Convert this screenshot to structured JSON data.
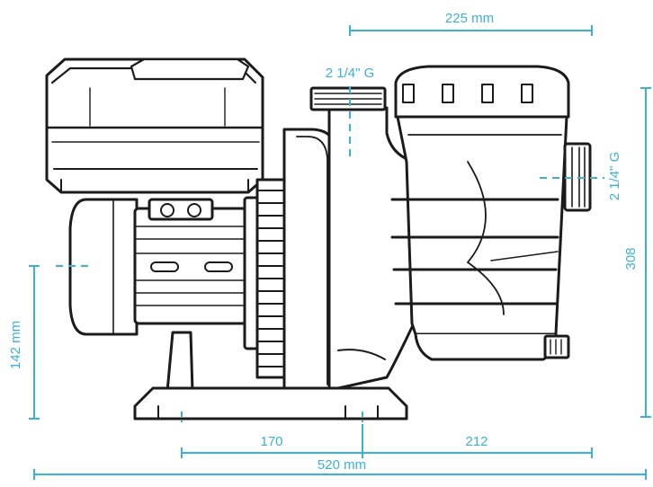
{
  "colors": {
    "dimension": "#3bb1d8",
    "outline": "#1b1b1b",
    "body_fill": "#ffffff",
    "motor_fill": "#f4f4f4",
    "background": "#ffffff"
  },
  "dimensions": {
    "width_225": "225 mm",
    "inlet_thread": "2 1/4\" G",
    "outlet_thread": "2 1/4\" G",
    "height_308": "308",
    "height_142": "142 mm",
    "base_170": "170",
    "base_212": "212",
    "total_520": "520 mm"
  }
}
